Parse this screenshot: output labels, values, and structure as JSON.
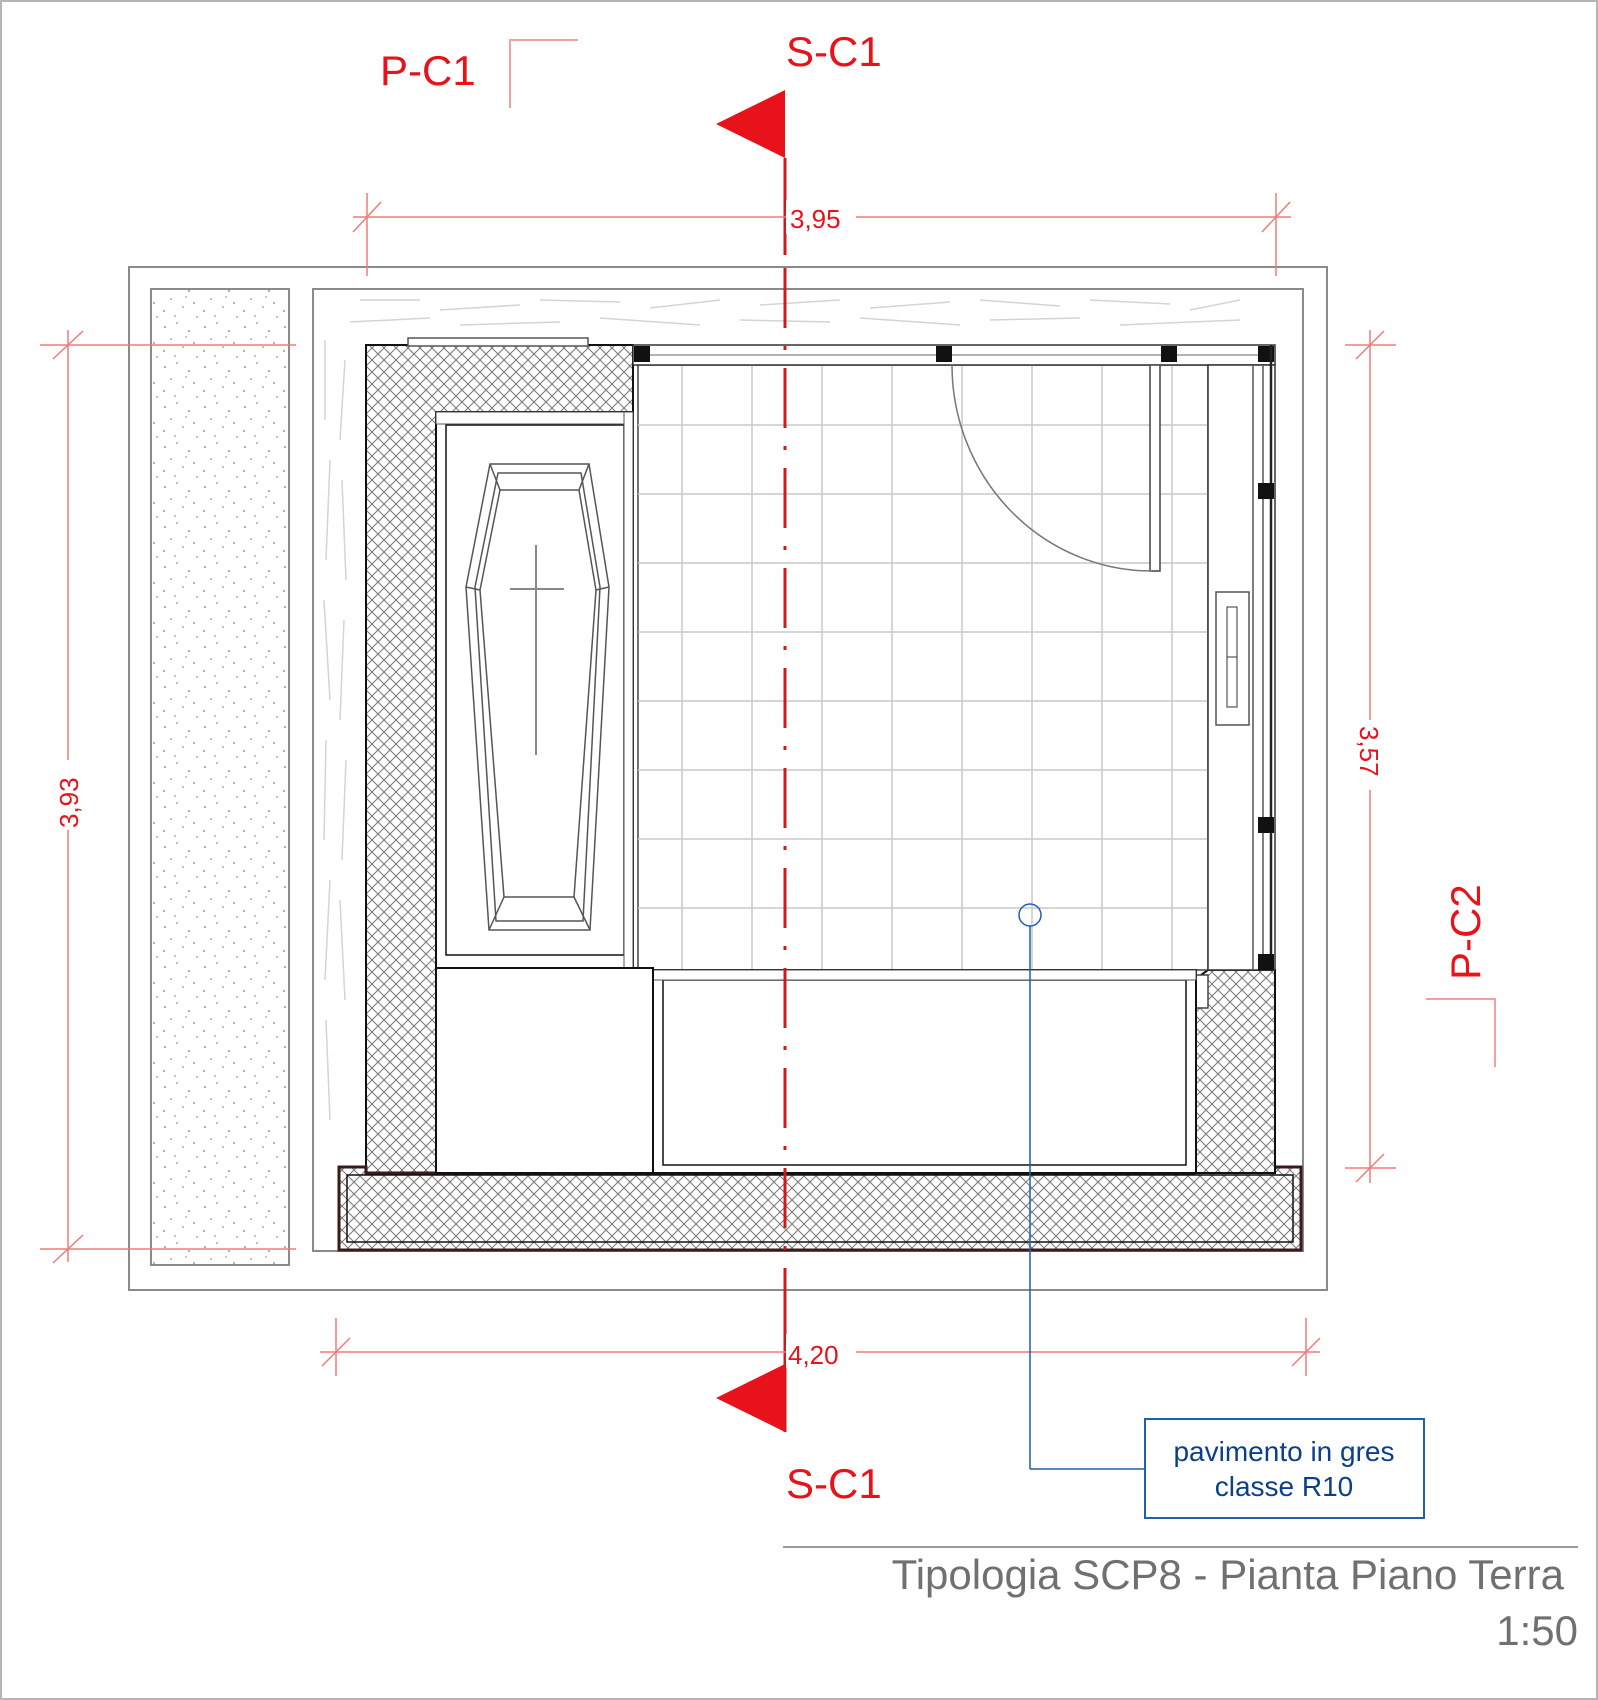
{
  "section_markers": {
    "top": "S-C1",
    "bottom": "S-C1",
    "left_view": "P-C1",
    "right_view": "P-C2"
  },
  "dimensions": {
    "top_width": "3,95",
    "bottom_width": "4,20",
    "left_height": "3,93",
    "right_height": "3,57"
  },
  "annotation": {
    "line1": "pavimento in gres",
    "line2": "classe R10"
  },
  "title": {
    "main": "Tipologia SCP8 - Pianta Piano Terra",
    "scale": "1:50"
  },
  "colors": {
    "red": "#e8131a",
    "annotation_blue": "#0b3f8c",
    "outline_grey": "#8a8a8a",
    "title_grey": "#707070"
  }
}
